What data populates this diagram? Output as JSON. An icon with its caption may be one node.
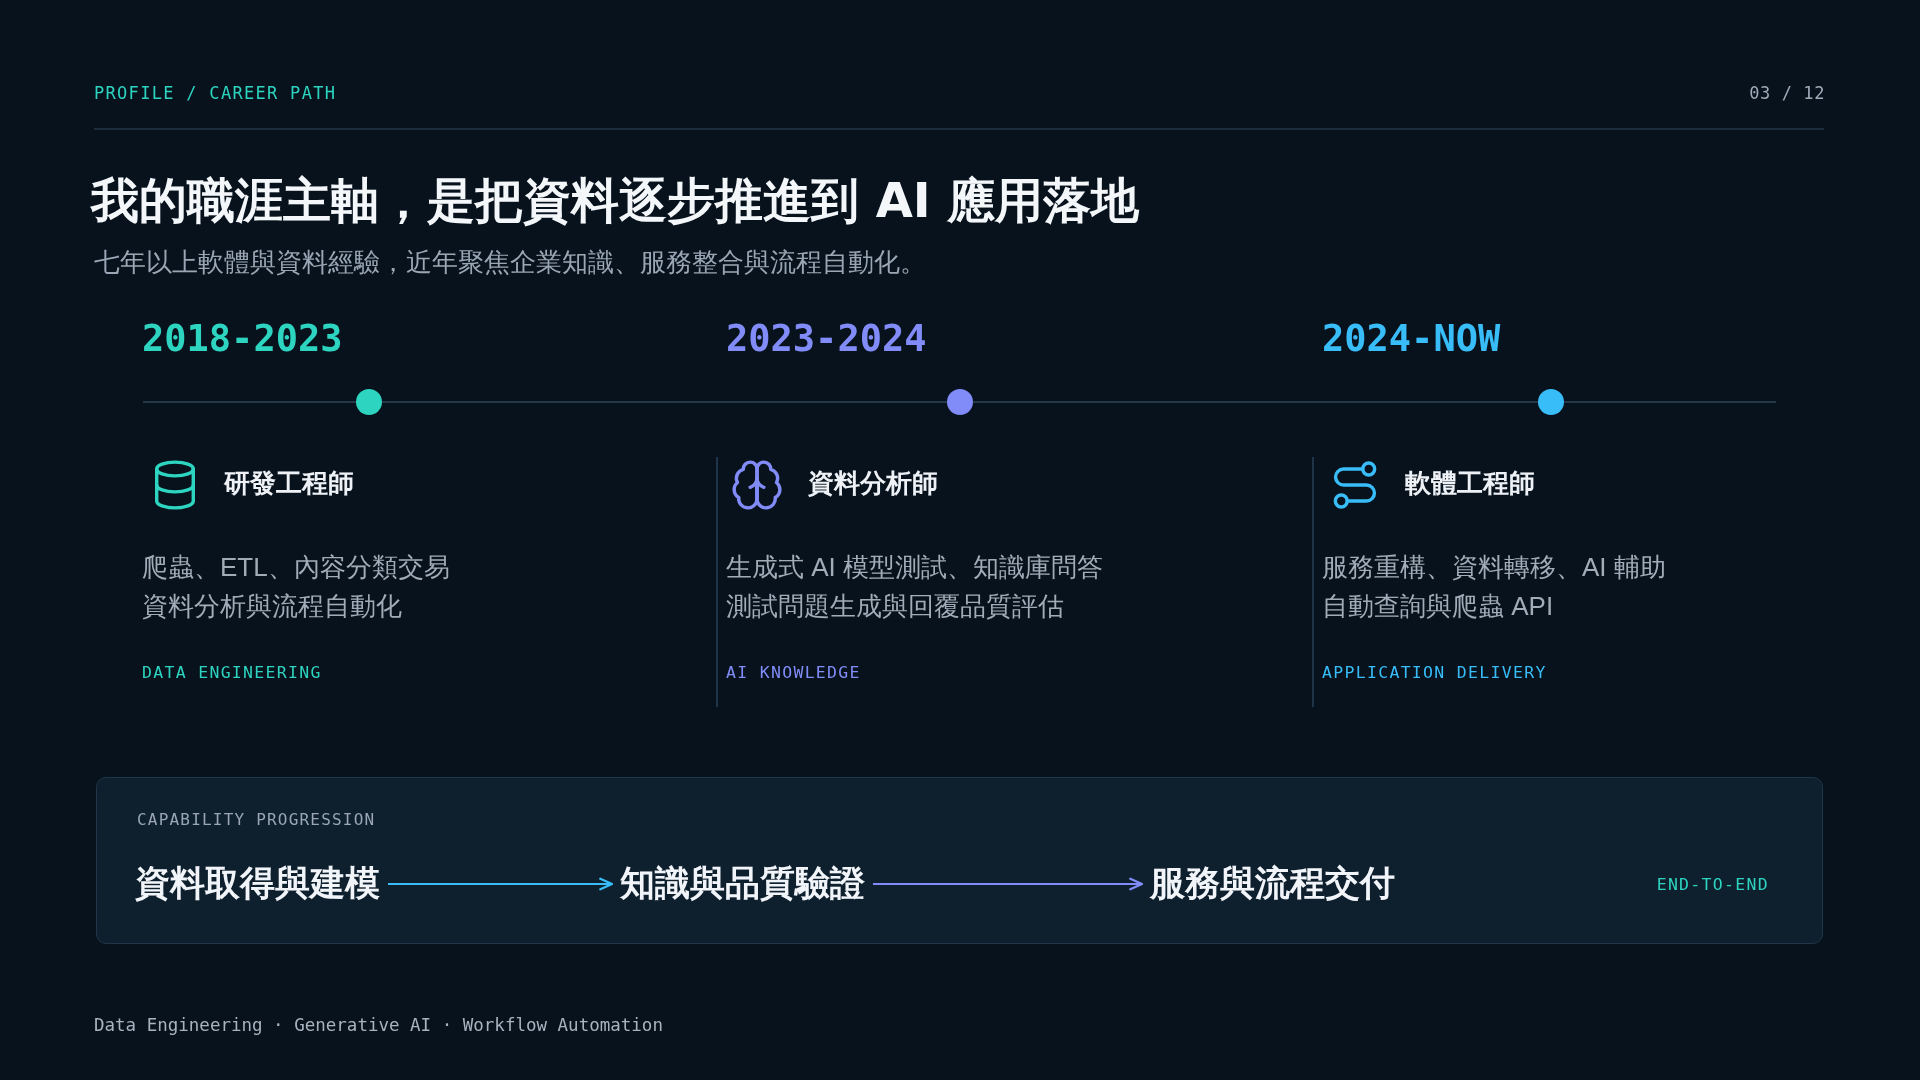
{
  "diagram": {
    "title": "我的職涯主軸，是把資料逐步推進到 AI 應用落地",
    "nodes": [
      {
        "text": [
          "CAPABILITY PROGRESSION",
          "END-TO-END"
        ]
      },
      {
        "text": [
          "資料取得與建模"
        ],
        "in": 0
      },
      {
        "text": [
          "知識與品質驗證"
        ],
        "in": 0
      },
      {
        "text": [
          "服務與流程交付"
        ],
        "in": 0
      }
    ],
    "edges": [
      {
        "from": 1,
        "to": 2,
        "arrow": "to",
        "color": "#38bdf8"
      },
      {
        "from": 2,
        "to": 3,
        "arrow": "to",
        "color": "#818cf8"
      }
    ],
    "labels": [
      "PROFILE / CAREER PATH",
      "03 / 12",
      "七年以上軟體與資料經驗，近年聚焦企業知識、服務整合與流程自動化。",
      "2018-2023",
      "研發工程師",
      "爬蟲、ETL、內容分類交易",
      "資料分析與流程自動化",
      "DATA ENGINEERING",
      "2023-2024",
      "資料分析師",
      "生成式 AI 模型測試、知識庫問答",
      "測試問題生成與回覆品質評估",
      "AI KNOWLEDGE",
      "2024-NOW",
      "軟體工程師",
      "服務重構、資料轉移、AI 輔助",
      "自動查詢與爬蟲 API",
      "APPLICATION DELIVERY",
      "Data Engineering · Generative AI · Workflow Automation"
    ]
  }
}
